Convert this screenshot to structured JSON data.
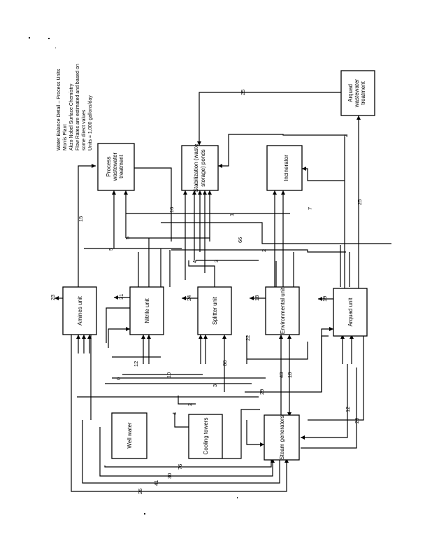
{
  "title_block": {
    "lines": [
      "Water Balance Detail – Process Units",
      "Morris Plant",
      "Akzo Nobel Surface Chemistry",
      "Flow Rates are estimated and based on",
      "some direct values",
      "Units = 1,000 gallons/day"
    ]
  },
  "nodes": [
    {
      "id": "process-wastewater-treatment",
      "lines": [
        "Process",
        "wastewater",
        "treatment"
      ]
    },
    {
      "id": "stabilization-ponds",
      "lines": [
        "Stabilization (waste",
        "storage) ponds"
      ]
    },
    {
      "id": "incinerator",
      "lines": [
        "Incinerator"
      ]
    },
    {
      "id": "arquad-wastewater-treatment",
      "lines": [
        "Arquad",
        "wastewater",
        "treatment"
      ]
    },
    {
      "id": "amines-unit",
      "lines": [
        "Amines unit"
      ]
    },
    {
      "id": "nitrile-unit",
      "lines": [
        "Nitrile unit"
      ]
    },
    {
      "id": "splitter-unit",
      "lines": [
        "Splitter unit"
      ]
    },
    {
      "id": "environmental-unit",
      "lines": [
        "Environmental unit"
      ]
    },
    {
      "id": "arquad-unit",
      "lines": [
        "Arquad unit"
      ]
    },
    {
      "id": "well-water",
      "lines": [
        "Well water"
      ]
    },
    {
      "id": "cooling-towers",
      "lines": [
        "Cooling towers"
      ]
    },
    {
      "id": "steam-generators",
      "lines": [
        "Steam generators"
      ]
    }
  ],
  "flow_labels": [
    {
      "id": "amines-out",
      "value": "23"
    },
    {
      "id": "nitrile-out",
      "value": "31"
    },
    {
      "id": "splitter-out",
      "value": "24"
    },
    {
      "id": "environmental-out",
      "value": "18"
    },
    {
      "id": "arquad-out",
      "value": "19"
    },
    {
      "id": "to-process-ww-15",
      "value": "15"
    },
    {
      "id": "to-process-ww-5a",
      "value": "5"
    },
    {
      "id": "to-process-ww-5b",
      "value": "5"
    },
    {
      "id": "to-process-ww-16",
      "value": "16"
    },
    {
      "id": "to-ponds-25",
      "value": "25"
    },
    {
      "id": "to-ponds-66",
      "value": "66"
    },
    {
      "id": "to-ponds-1",
      "value": "1"
    },
    {
      "id": "to-ponds-2",
      "value": "2"
    },
    {
      "id": "to-ponds-3",
      "value": "3"
    },
    {
      "id": "to-ponds-4",
      "value": "4"
    },
    {
      "id": "arquad-ww-2",
      "value": "2"
    },
    {
      "id": "incinerator-7",
      "value": "7"
    },
    {
      "id": "arquad-ww-25",
      "value": "25"
    },
    {
      "id": "well-12",
      "value": "12"
    },
    {
      "id": "well-0",
      "value": "0"
    },
    {
      "id": "cooling-10",
      "value": "10"
    },
    {
      "id": "cooling-2",
      "value": "2"
    },
    {
      "id": "cooling-4",
      "value": "4"
    },
    {
      "id": "splitter-22",
      "value": "22"
    },
    {
      "id": "splitter-86",
      "value": "86"
    },
    {
      "id": "steam-3",
      "value": "3"
    },
    {
      "id": "steam-29",
      "value": "29"
    },
    {
      "id": "steam-43",
      "value": "43"
    },
    {
      "id": "steam-18",
      "value": "18"
    },
    {
      "id": "arquad-12",
      "value": "12"
    },
    {
      "id": "arquad-29",
      "value": "29"
    },
    {
      "id": "return-76",
      "value": "76"
    },
    {
      "id": "return-30",
      "value": "30"
    },
    {
      "id": "return-41",
      "value": "41"
    },
    {
      "id": "return-26",
      "value": "26"
    }
  ]
}
